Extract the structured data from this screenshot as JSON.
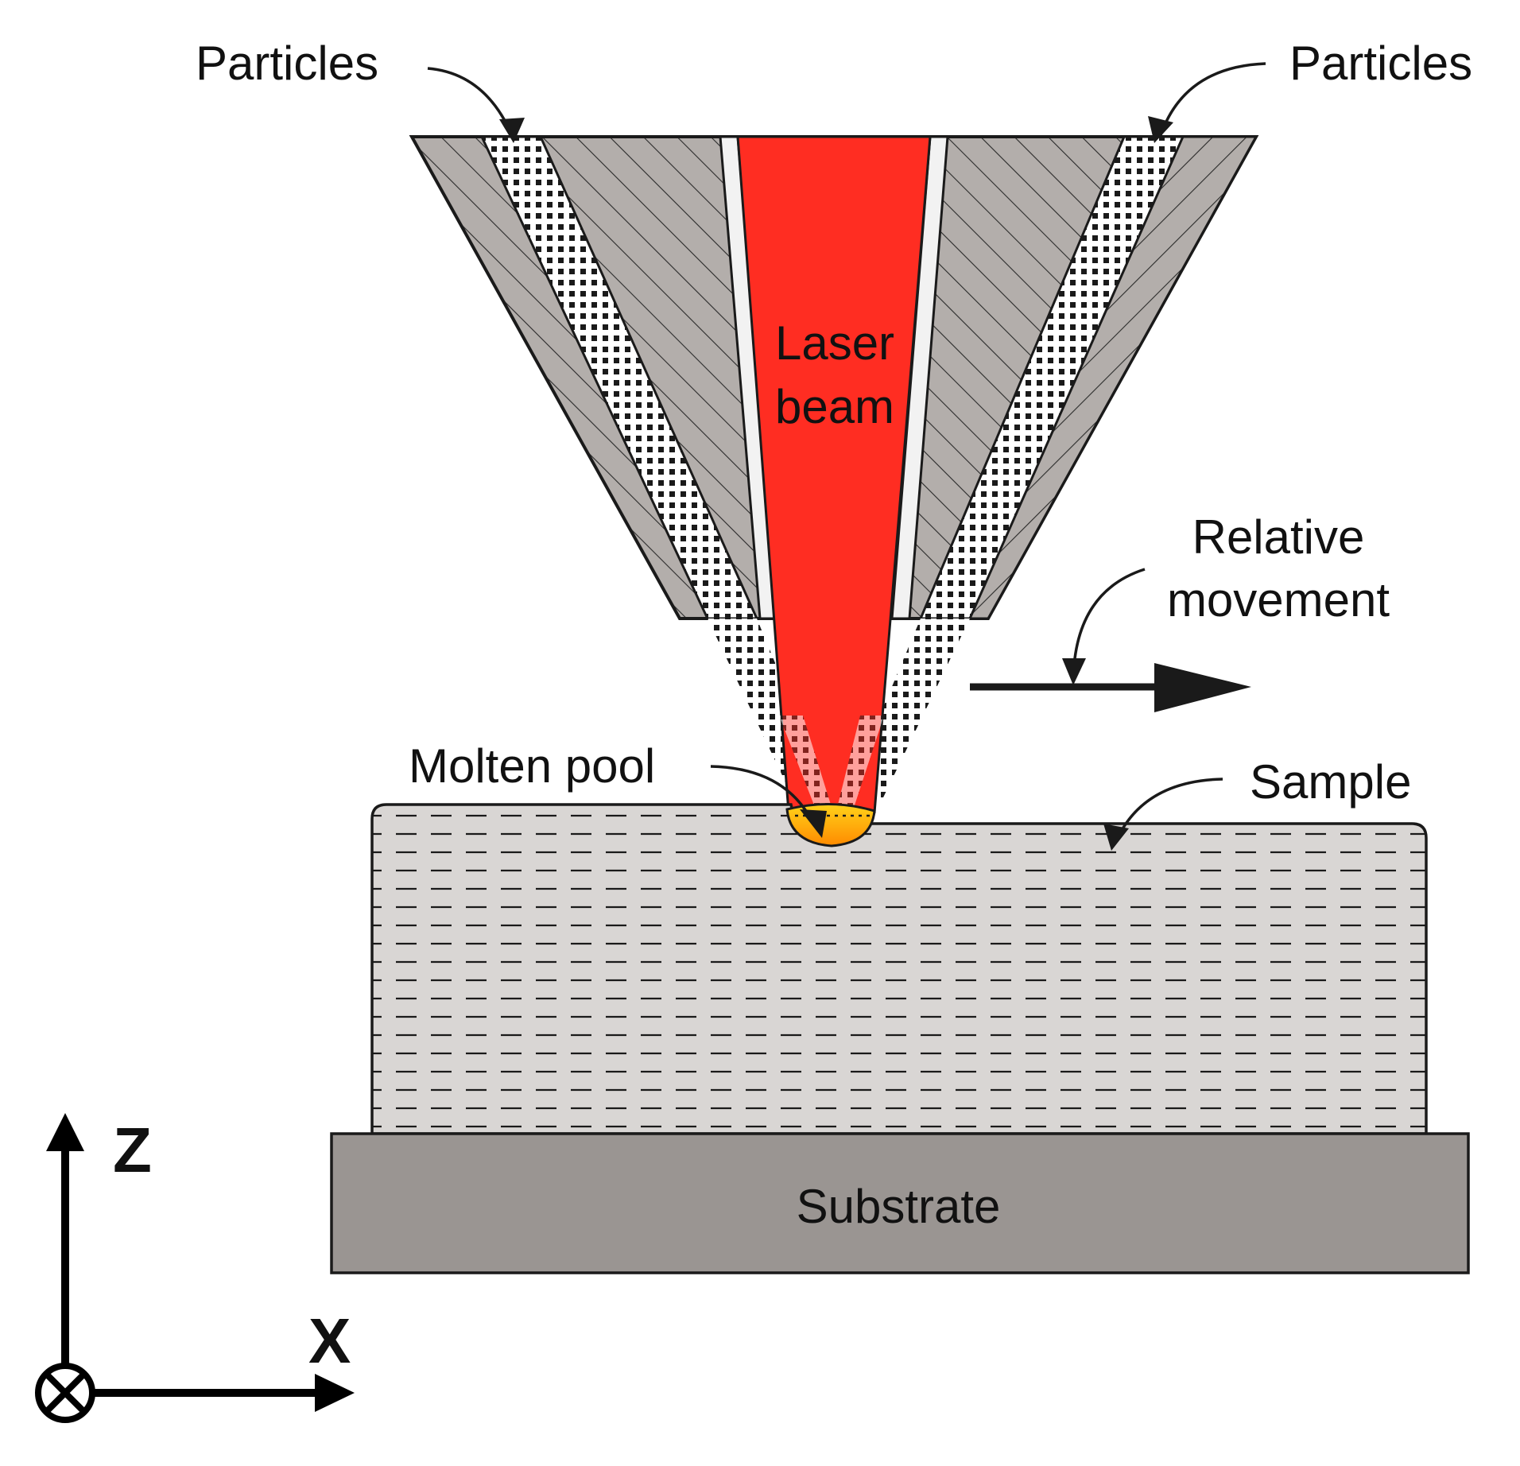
{
  "labels": {
    "particles_left": "Particles",
    "particles_right": "Particles",
    "laser_line1": "Laser",
    "laser_line2": "beam",
    "relative_line1": "Relative",
    "relative_line2": "movement",
    "molten_pool": "Molten pool",
    "sample": "Sample",
    "substrate": "Substrate",
    "axis_z": "Z",
    "axis_x": "X"
  },
  "colors": {
    "nozzle_body": "#b3aeab",
    "laser_beam": "#ff2d22",
    "molten_pool_top": "#ffd21a",
    "molten_pool_bottom": "#ff8a00",
    "sample_fill": "#d9d6d4",
    "substrate_fill": "#9a9592",
    "outline": "#1a1a1a"
  },
  "icons": {
    "out_of_plane_axis": "circle-cross-icon",
    "arrow": "arrow-icon"
  }
}
